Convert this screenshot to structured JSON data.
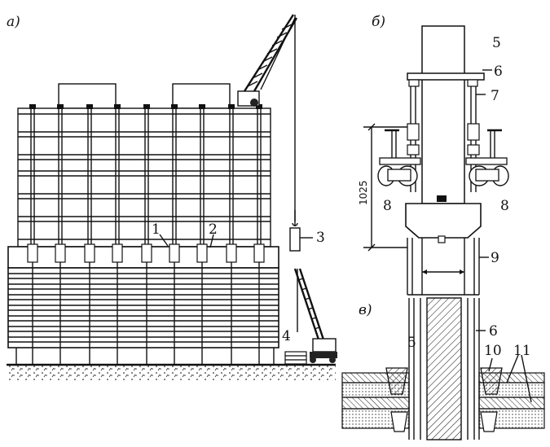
{
  "panels": {
    "a": "а)",
    "b": "б)",
    "v": "в)"
  },
  "callouts": {
    "n1": "1",
    "n2": "2",
    "n3": "3",
    "n4": "4",
    "n5_top": "5",
    "n6_top": "6",
    "n7": "7",
    "n8_left": "8",
    "n8_right": "8",
    "n9": "9",
    "n5_bottom": "5",
    "n6_bottom": "6",
    "n10": "10",
    "n11": "11"
  },
  "dimension": {
    "value": "1025"
  }
}
